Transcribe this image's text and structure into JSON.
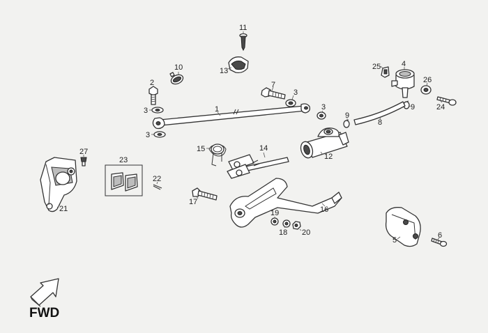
{
  "callouts": {
    "c1": "1",
    "c2": "2",
    "c3a": "3",
    "c3b": "3",
    "c3c": "3",
    "c3d": "3",
    "c4": "4",
    "c5": "5",
    "c6": "6",
    "c7": "7",
    "c8": "8",
    "c9a": "9",
    "c9b": "9",
    "c10": "10",
    "c11": "11",
    "c12": "12",
    "c13": "13",
    "c14": "14",
    "c15": "15",
    "c16": "16",
    "c17": "17",
    "c18": "18",
    "c19": "19",
    "c20": "20",
    "c21": "21",
    "c22": "22",
    "c23": "23",
    "c24": "24",
    "c25": "25",
    "c26": "26",
    "c27": "27"
  },
  "direction_label": "FWD",
  "colors": {
    "background": "#f2f2f0",
    "line": "#333333",
    "fill": "#ffffff",
    "shade": "#bdbdbd"
  }
}
